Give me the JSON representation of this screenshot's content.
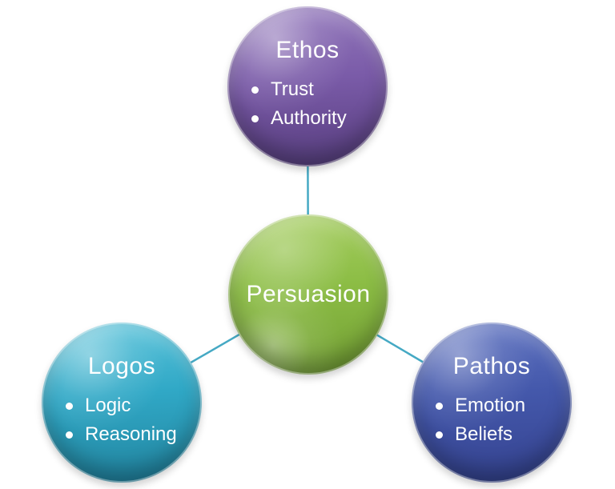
{
  "diagram": {
    "type": "radial-cycle",
    "connector_color": "#45A9C4",
    "center": {
      "label": "Persuasion",
      "color": "#8CBD45",
      "text_color": "#FFFFFF"
    },
    "nodes": [
      {
        "id": "ethos",
        "label": "Ethos",
        "bullets": [
          "Trust",
          "Authority"
        ],
        "color": "#7A5BA8",
        "position": "top"
      },
      {
        "id": "logos",
        "label": "Logos",
        "bullets": [
          "Logic",
          "Reasoning"
        ],
        "color": "#30A8C6",
        "position": "bottom-left"
      },
      {
        "id": "pathos",
        "label": "Pathos",
        "bullets": [
          "Emotion",
          "Beliefs"
        ],
        "color": "#4458AB",
        "position": "bottom-right"
      }
    ]
  }
}
